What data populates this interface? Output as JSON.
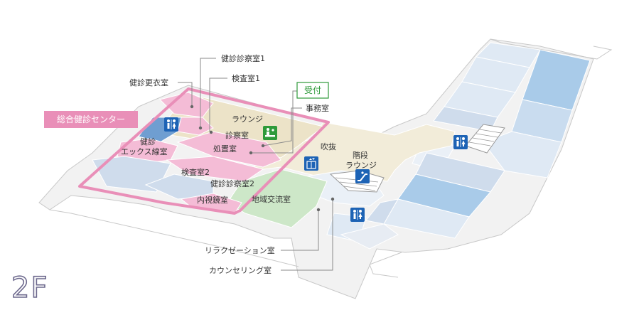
{
  "floor": "2F",
  "center_tag": "総合健診センター",
  "reception": "受付",
  "labels": {
    "shinsatsu1": "健診診察室1",
    "kensa1": "検査室1",
    "koui": "健診更衣室",
    "jimu": "事務室",
    "lounge_top": "ラウンジ",
    "shinsatsu": "診察室",
    "shochi": "処置室",
    "xray_line1": "健診",
    "xray_line2": "エックス線室",
    "kensa2": "検査室2",
    "shinsatsu2": "健診診察室2",
    "naishikyo": "内視鏡室",
    "fukinuke": "吹抜",
    "kaidan": "階段",
    "lounge_right": "ラウンジ",
    "chiiki": "地域交流室",
    "relax": "リラクゼーション室",
    "counseling": "カウンセリング室"
  },
  "colors": {
    "center_pink": "#e98fb8",
    "room_pink": "#f4bcd6",
    "lounge_beige": "#ece3c8",
    "room_blue": "#cfdcec",
    "water_blue": "#a9cbe9",
    "green_room": "#cde7c8",
    "icon_blue": "#1d63b5",
    "icon_green": "#2e9a3a",
    "floor_gray": "#f3f3f3"
  },
  "icons": [
    "restroom-icon",
    "reception-icon",
    "elevator-icon",
    "escalator-icon"
  ]
}
